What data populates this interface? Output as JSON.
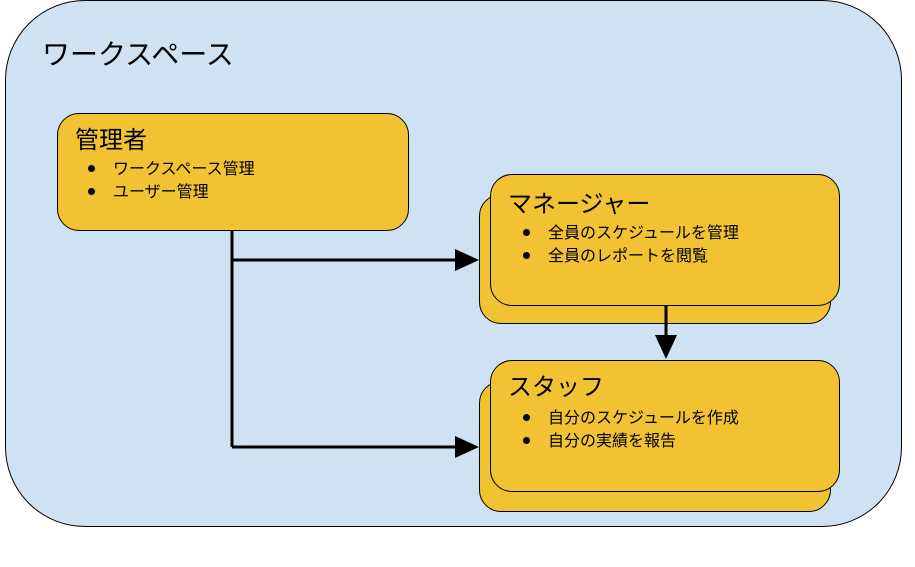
{
  "workspace": {
    "title": "ワークスペース"
  },
  "admin": {
    "title": "管理者",
    "items": [
      "ワークスペース管理",
      "ユーザー管理"
    ]
  },
  "manager": {
    "title": "マネージャー",
    "items": [
      "全員のスケジュールを管理",
      "全員のレポートを閲覧"
    ]
  },
  "staff": {
    "title": "スタッフ",
    "items": [
      "自分のスケジュールを作成",
      "自分の実績を報告"
    ]
  },
  "colors": {
    "workspace_fill": "#cfe2f3",
    "box_fill": "#f1c232",
    "stroke": "#000000"
  }
}
